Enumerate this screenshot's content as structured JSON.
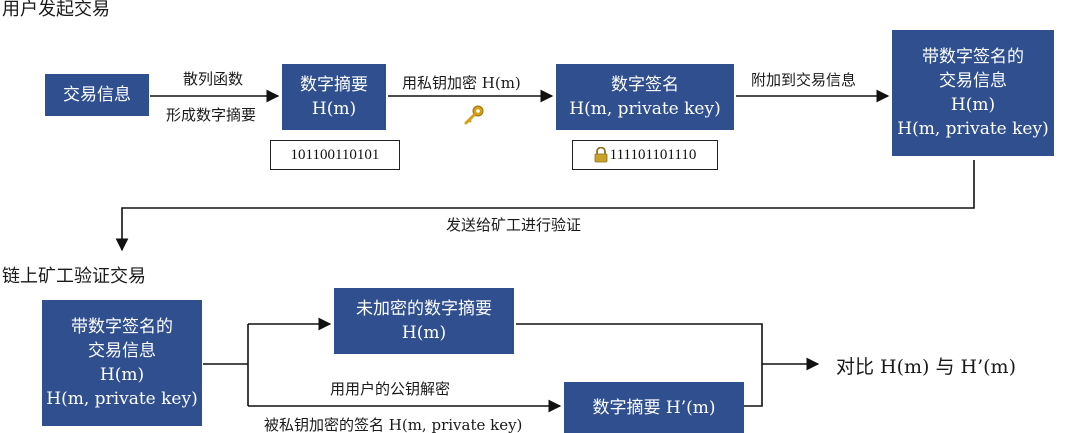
{
  "sections": {
    "top_title": "用户发起交易",
    "bottom_title": "链上矿工验证交易"
  },
  "top_flow": {
    "box_tx_info": "交易信息",
    "label_hash_1": "散列函数",
    "label_hash_2": "形成数字摘要",
    "box_digest_line1": "数字摘要",
    "box_digest_line2": "H(m)",
    "digest_bits": "101100110101",
    "label_encrypt": "用私钥加密  H(m)",
    "key_icon": "key-icon",
    "box_signature_line1": "数字签名",
    "box_signature_line2": "H(m, private key)",
    "lock_icon": "lock-icon",
    "signature_bits": "111101101110",
    "label_attach": "附加到交易信息",
    "box_signed_line1": "带数字签名的",
    "box_signed_line2": "交易信息",
    "box_signed_line3": "H(m)",
    "box_signed_line4": "H(m, private key)",
    "label_send": "发送给矿工进行验证"
  },
  "bottom_flow": {
    "box_signed_line1": "带数字签名的",
    "box_signed_line2": "交易信息",
    "box_signed_line3": "H(m)",
    "box_signed_line4": "H(m, private key)",
    "box_unencrypted_line1": "未加密的数字摘要",
    "box_unencrypted_line2": "H(m)",
    "label_decrypt": "用用户的公钥解密",
    "box_digest_prime": "数字摘要  H’(m)",
    "label_encrypted_sig": "被私钥加密的签名  H(m, private key)",
    "compare_label": "对比  H(m)  与  H’(m)"
  },
  "colors": {
    "box": "#2f4f8f",
    "key": "#d4a017",
    "lock": "#c9a227"
  }
}
